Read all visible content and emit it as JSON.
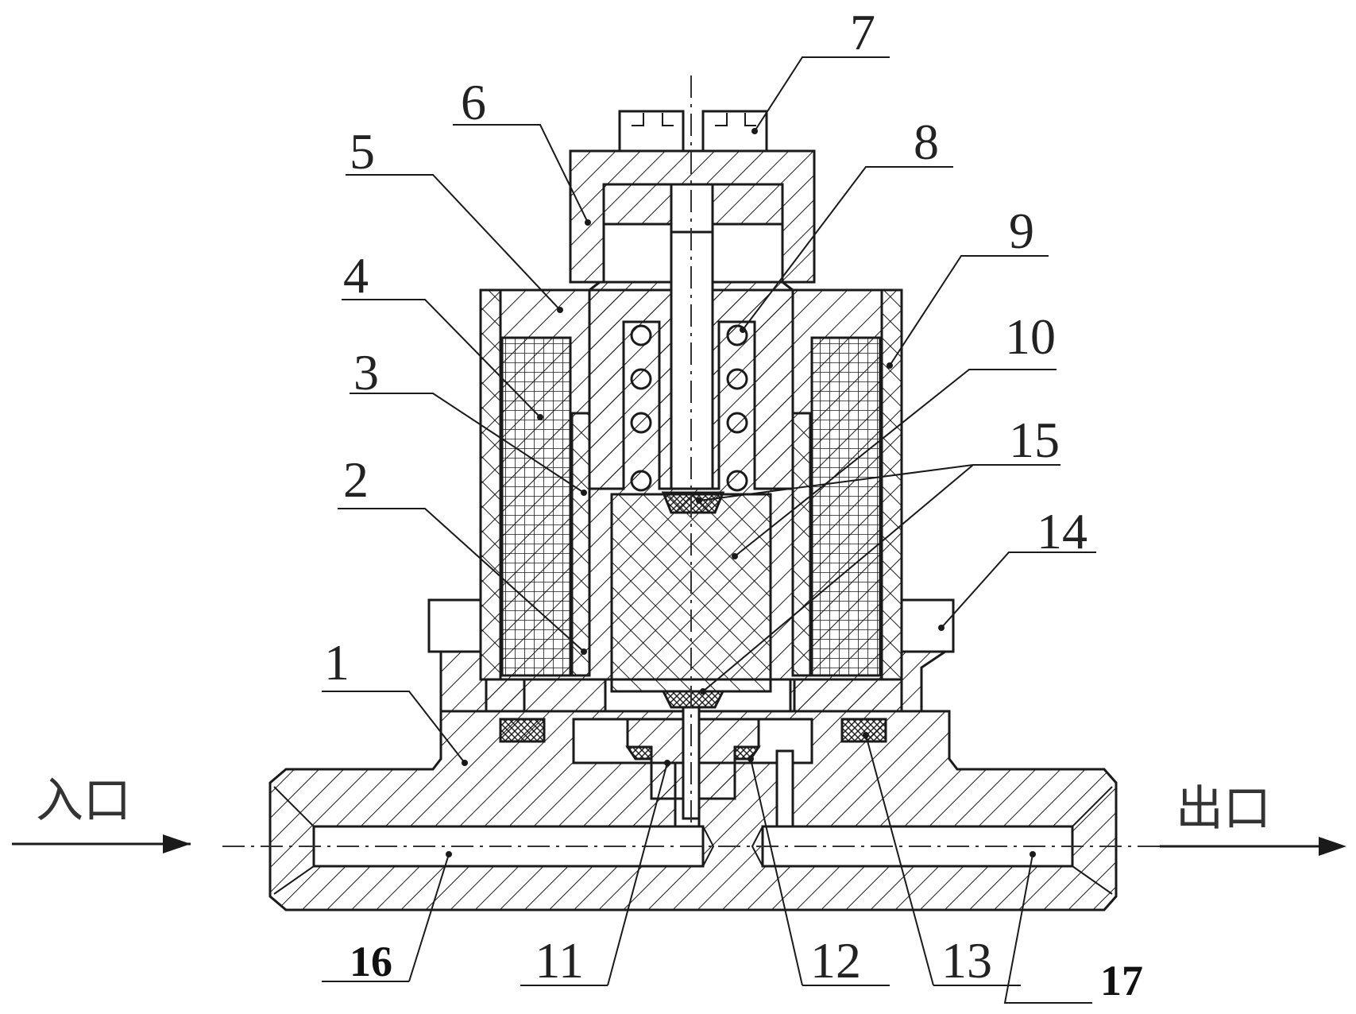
{
  "inlet_label": "入口",
  "outlet_label": "出口",
  "part_numbers": [
    "1",
    "2",
    "3",
    "4",
    "5",
    "6",
    "7",
    "8",
    "9",
    "10",
    "11",
    "12",
    "13",
    "14",
    "15",
    "16",
    "17"
  ]
}
